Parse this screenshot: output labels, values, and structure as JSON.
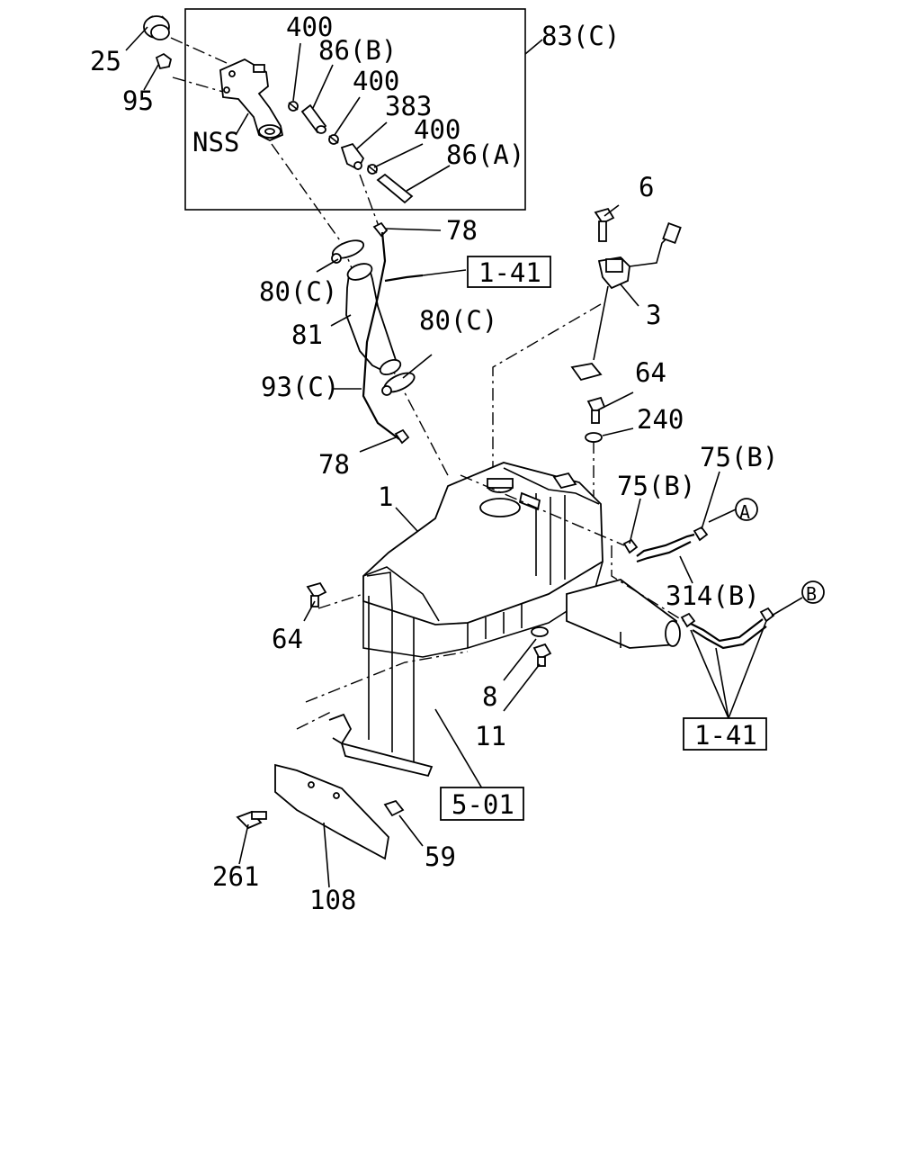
{
  "diagram": {
    "callouts": {
      "c25": "25",
      "c95": "95",
      "c400a": "400",
      "c86b": "86(B)",
      "c400b": "400",
      "c383": "383",
      "c400c": "400",
      "c86a": "86(A)",
      "c83c": "83(C)",
      "nss": "NSS",
      "c78a": "78",
      "c6": "6",
      "ref141a": "1-41",
      "c80ca": "80(C)",
      "c3": "3",
      "c81": "81",
      "c80cb": "80(C)",
      "c64a": "64",
      "c93c": "93(C)",
      "c240": "240",
      "c78b": "78",
      "c75ba": "75(B)",
      "c75bb": "75(B)",
      "c1": "1",
      "circA": "A",
      "c314b": "314(B)",
      "circB": "B",
      "c64b": "64",
      "c8": "8",
      "c11": "11",
      "ref141b": "1-41",
      "ref501": "5-01",
      "c59": "59",
      "c261": "261",
      "c108": "108"
    }
  }
}
